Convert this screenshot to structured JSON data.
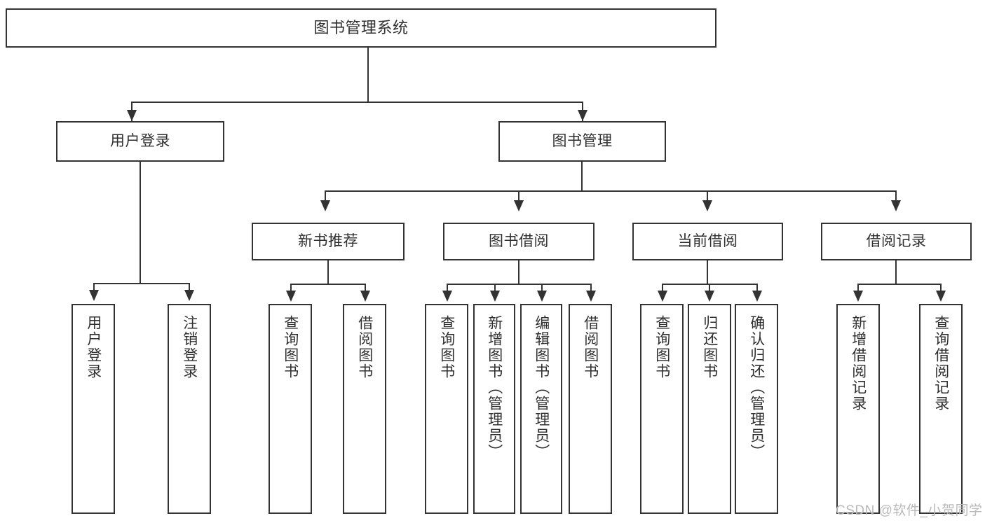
{
  "diagram": {
    "title": "图书管理系统",
    "type": "hierarchy-tree",
    "root": {
      "id": "root",
      "label": "图书管理系统"
    },
    "level2": [
      {
        "id": "user-login",
        "label": "用户登录"
      },
      {
        "id": "book-management",
        "label": "图书管理"
      }
    ],
    "level3": [
      {
        "id": "new-book-recommend",
        "label": "新书推荐",
        "parent": "book-management"
      },
      {
        "id": "book-borrow",
        "label": "图书借阅",
        "parent": "book-management"
      },
      {
        "id": "current-borrow",
        "label": "当前借阅",
        "parent": "book-management"
      },
      {
        "id": "borrow-record",
        "label": "借阅记录",
        "parent": "book-management"
      }
    ],
    "leaves": {
      "user-login": [
        {
          "id": "leaf-user-login",
          "label": "用户登录"
        },
        {
          "id": "leaf-logout",
          "label": "注销登录"
        }
      ],
      "new-book-recommend": [
        {
          "id": "leaf-query-book-1",
          "label": "查询图书"
        },
        {
          "id": "leaf-borrow-book-1",
          "label": "借阅图书"
        }
      ],
      "book-borrow": [
        {
          "id": "leaf-query-book-2",
          "label": "查询图书"
        },
        {
          "id": "leaf-add-book",
          "label": "新增图书（管理员）"
        },
        {
          "id": "leaf-edit-book",
          "label": "编辑图书（管理员）"
        },
        {
          "id": "leaf-borrow-book-2",
          "label": "借阅图书"
        }
      ],
      "current-borrow": [
        {
          "id": "leaf-query-book-3",
          "label": "查询图书"
        },
        {
          "id": "leaf-return-book",
          "label": "归还图书"
        },
        {
          "id": "leaf-confirm-return",
          "label": "确认归还（管理员）"
        }
      ],
      "borrow-record": [
        {
          "id": "leaf-add-record",
          "label": "新增借阅记录"
        },
        {
          "id": "leaf-query-record",
          "label": "查询借阅记录"
        }
      ]
    },
    "watermark": "CSDN @软件_小贺同学",
    "colors": {
      "stroke": "#333333",
      "text": "#2f2f2f",
      "background": "#ffffff",
      "watermark": "#b9b9b9"
    }
  }
}
